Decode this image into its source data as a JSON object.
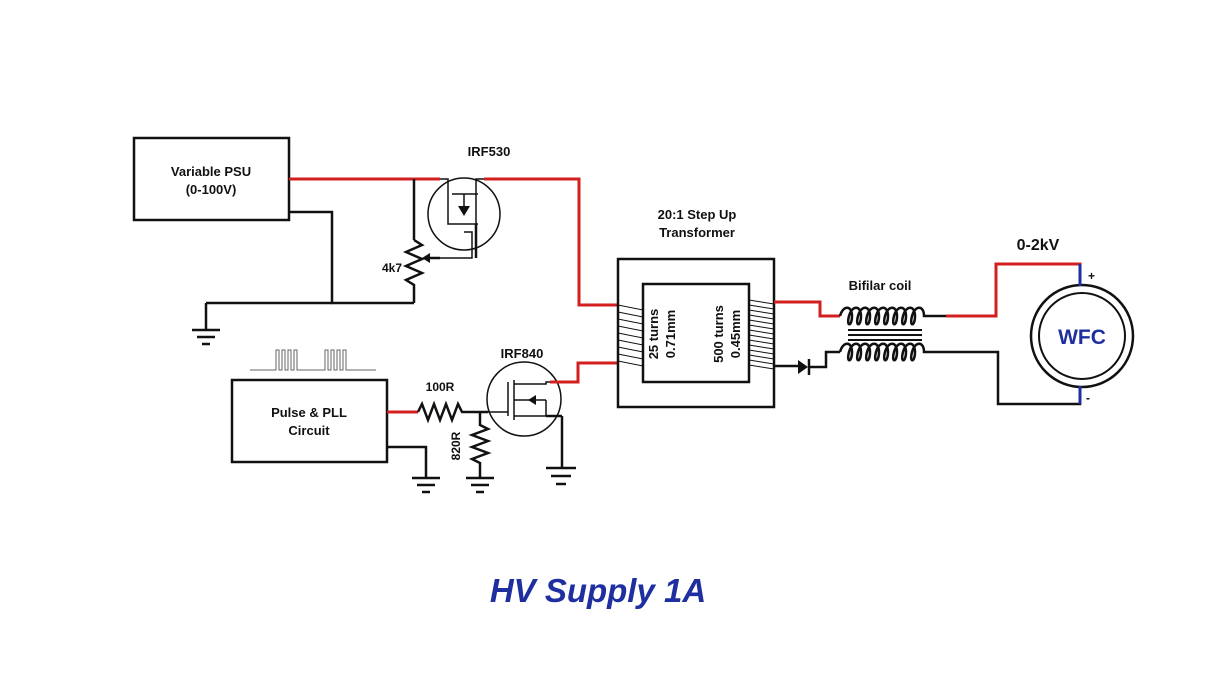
{
  "title": "HV Supply 1A",
  "blocks": {
    "psu": {
      "line1": "Variable PSU",
      "line2": "(0-100V)"
    },
    "pulse": {
      "line1": "Pulse & PLL",
      "line2": "Circuit"
    }
  },
  "components": {
    "q1": "IRF530",
    "q2": "IRF840",
    "pot": "4k7",
    "r_gate": "100R",
    "r_pulldown": "820R",
    "wfc": "WFC",
    "coil": "Bifilar coil"
  },
  "transformer": {
    "title_line1": "20:1 Step Up",
    "title_line2": "Transformer",
    "primary_turns": "25 turns",
    "primary_wire": "0.71mm",
    "secondary_turns": "500 turns",
    "secondary_wire": "0.45mm"
  },
  "output": {
    "voltage": "0-2kV",
    "plus": "+",
    "minus": "-"
  },
  "colors": {
    "positive_wire": "#d41f1f",
    "title": "#1f2fa0",
    "wfc": "#1f2fa0"
  }
}
